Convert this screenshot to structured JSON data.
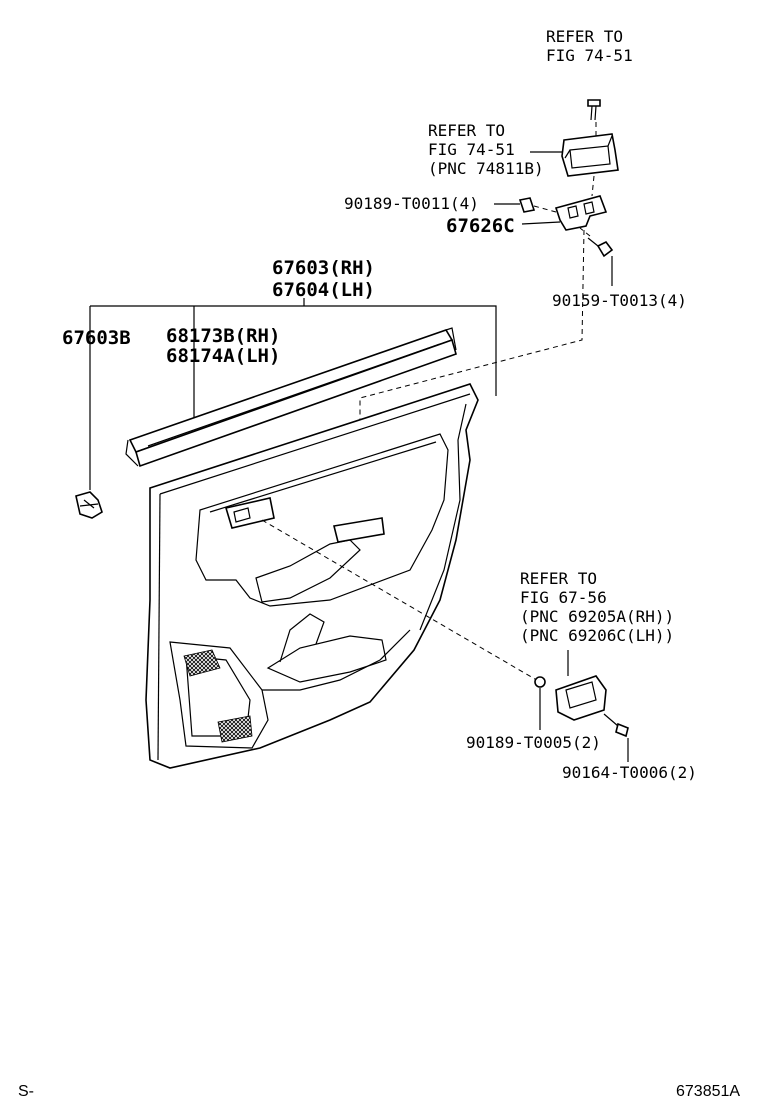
{
  "diagram": {
    "callouts": {
      "refer_top": [
        "REFER TO",
        "FIG 74-51"
      ],
      "refer_switch": [
        "REFER TO",
        "FIG 74-51",
        "(PNC 74811B)"
      ],
      "nut_9018911": "90189-T0011(4)",
      "bracket_67626c": "67626C",
      "screw_9015913": "90159-T0013(4)",
      "board_rh": "67603(RH)",
      "board_lh": "67604(LH)",
      "clip_67603b": "67603B",
      "weather_rh": "68173B(RH)",
      "weather_lh": "68174A(LH)",
      "refer_handle": [
        "REFER TO",
        "FIG 67-56",
        "(PNC 69205A(RH))",
        "(PNC 69206C(LH))"
      ],
      "nut_9018905": "90189-T0005(2)",
      "screw_9016406": "90164-T0006(2)"
    },
    "footer": {
      "left": "S-",
      "right": "673851A"
    }
  }
}
